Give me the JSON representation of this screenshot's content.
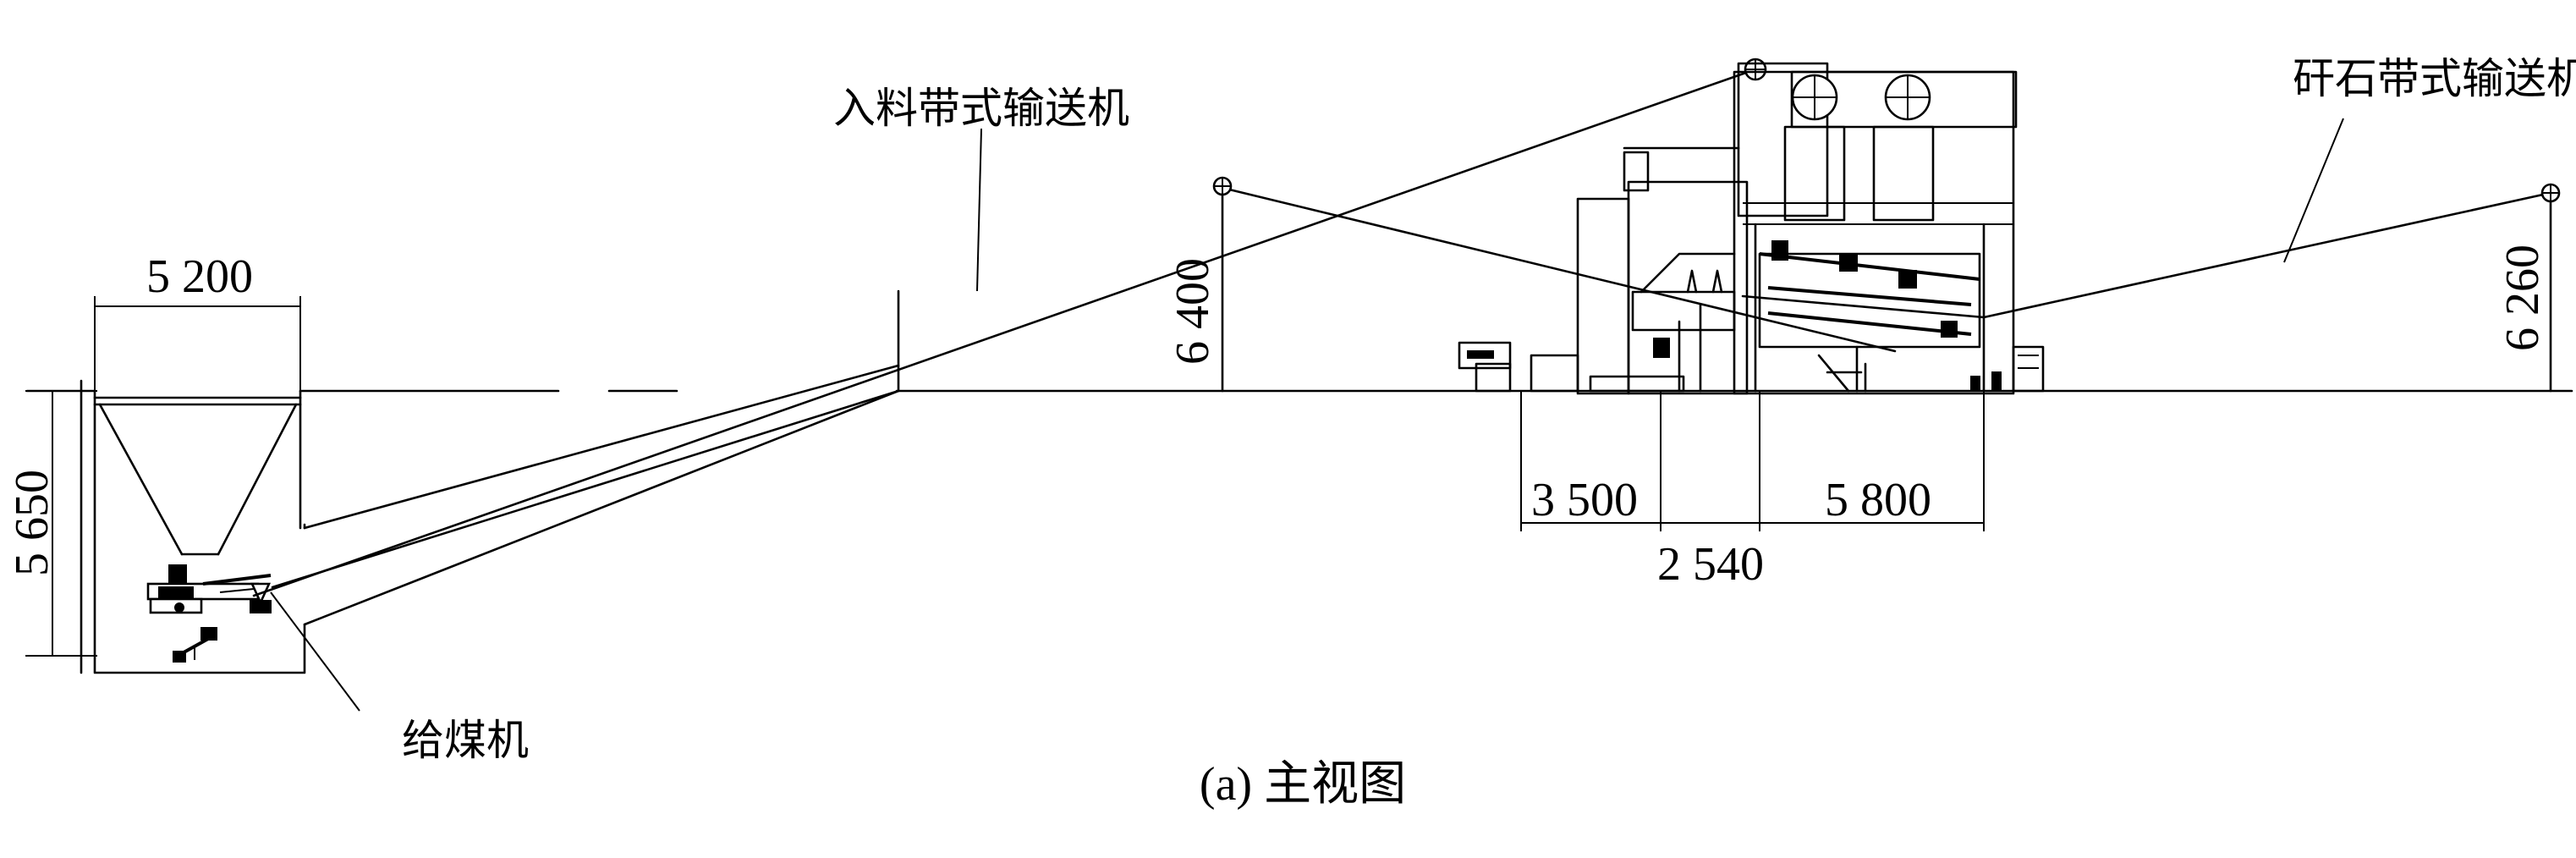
{
  "labels": {
    "feed_conveyor": "入料带式输送机",
    "gangue_conveyor": "矸石带式输送机",
    "coal_feeder": "给煤机"
  },
  "dimensions": {
    "hopper_width": "5 200",
    "pit_depth": "5 650",
    "feed_head_height": "6 400",
    "gangue_head_height": "6 260",
    "span_left": "3 500",
    "span_right": "5 800",
    "span_center": "2 540"
  },
  "caption": "(a) 主视图"
}
